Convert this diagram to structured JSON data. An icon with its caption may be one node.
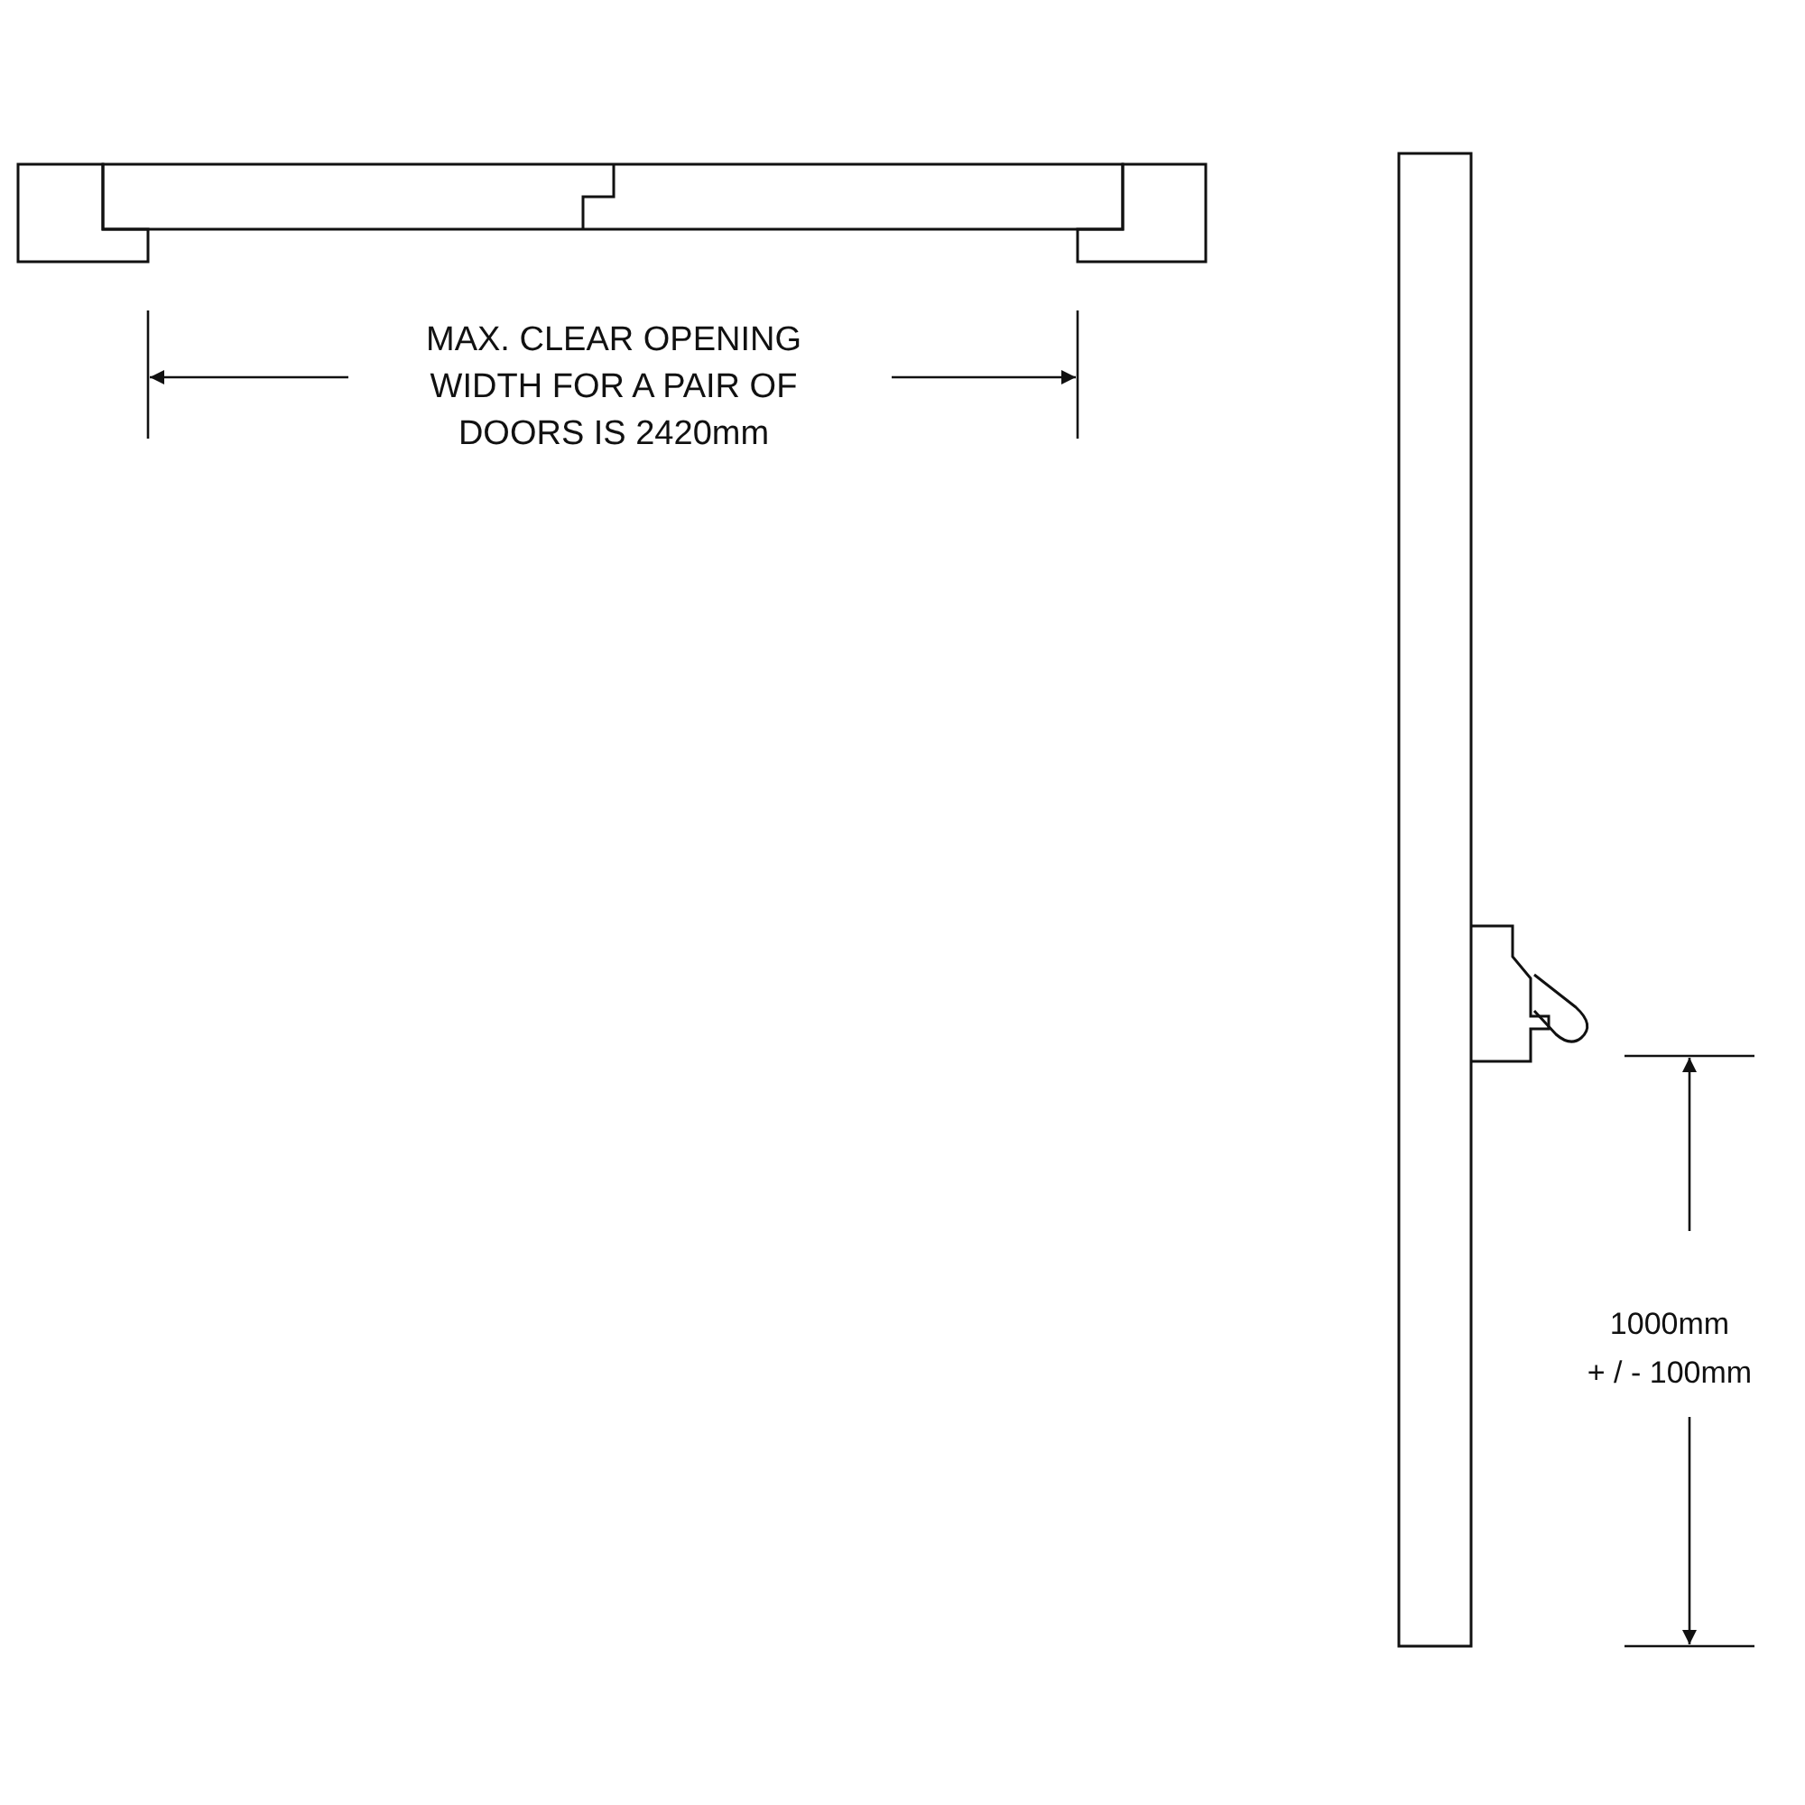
{
  "diagram": {
    "labels": [
      "MAX. CLEAR OPENING WIDTH FOR A PAIR OF DOORS IS 2420mm",
      "1000mm",
      "+ / - 100mm"
    ]
  }
}
